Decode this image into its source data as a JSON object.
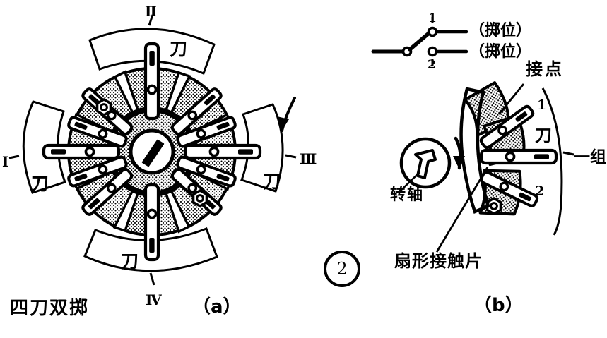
{
  "figure": {
    "number_badge": "2",
    "panels": [
      {
        "id": "a",
        "caption": "（a）",
        "title": "四刀双掷"
      },
      {
        "id": "b",
        "caption": "（b）"
      }
    ]
  },
  "panel_a": {
    "caption": "（a）",
    "title": "四刀双掷",
    "group_markers": [
      {
        "id": "I",
        "label": "Ⅰ",
        "position": "left"
      },
      {
        "id": "II",
        "label": "Ⅱ",
        "position": "top"
      },
      {
        "id": "III",
        "label": "Ⅲ",
        "position": "right"
      },
      {
        "id": "IV",
        "label": "Ⅳ",
        "position": "bottom"
      }
    ],
    "blade_labels": [
      {
        "label": "刀",
        "position": "top"
      },
      {
        "label": "刀",
        "position": "left"
      },
      {
        "label": "刀",
        "position": "right"
      },
      {
        "label": "刀",
        "position": "bottom"
      }
    ],
    "center_hub": "slotted-screw",
    "rotation_arrow": "curved-arrow"
  },
  "panel_b": {
    "caption": "（b）",
    "annotations": [
      {
        "name": "contact-point",
        "label": "接点"
      },
      {
        "name": "blade",
        "label": "刀"
      },
      {
        "name": "group",
        "label": "一组"
      },
      {
        "name": "rotating-shaft",
        "label": "转轴"
      },
      {
        "name": "fan-contact-strip",
        "label": "扇形接触片"
      }
    ],
    "throw_numbers": [
      {
        "label": "1"
      },
      {
        "label": "2"
      }
    ]
  },
  "schematic": {
    "name": "spdt-switch-symbol",
    "terminals": [
      {
        "number": "1",
        "label": "（掷位）"
      },
      {
        "number": "2",
        "label": "（掷位）"
      }
    ]
  },
  "style": {
    "ink": "#000000",
    "paper": "#ffffff",
    "stipple": "#000000"
  }
}
